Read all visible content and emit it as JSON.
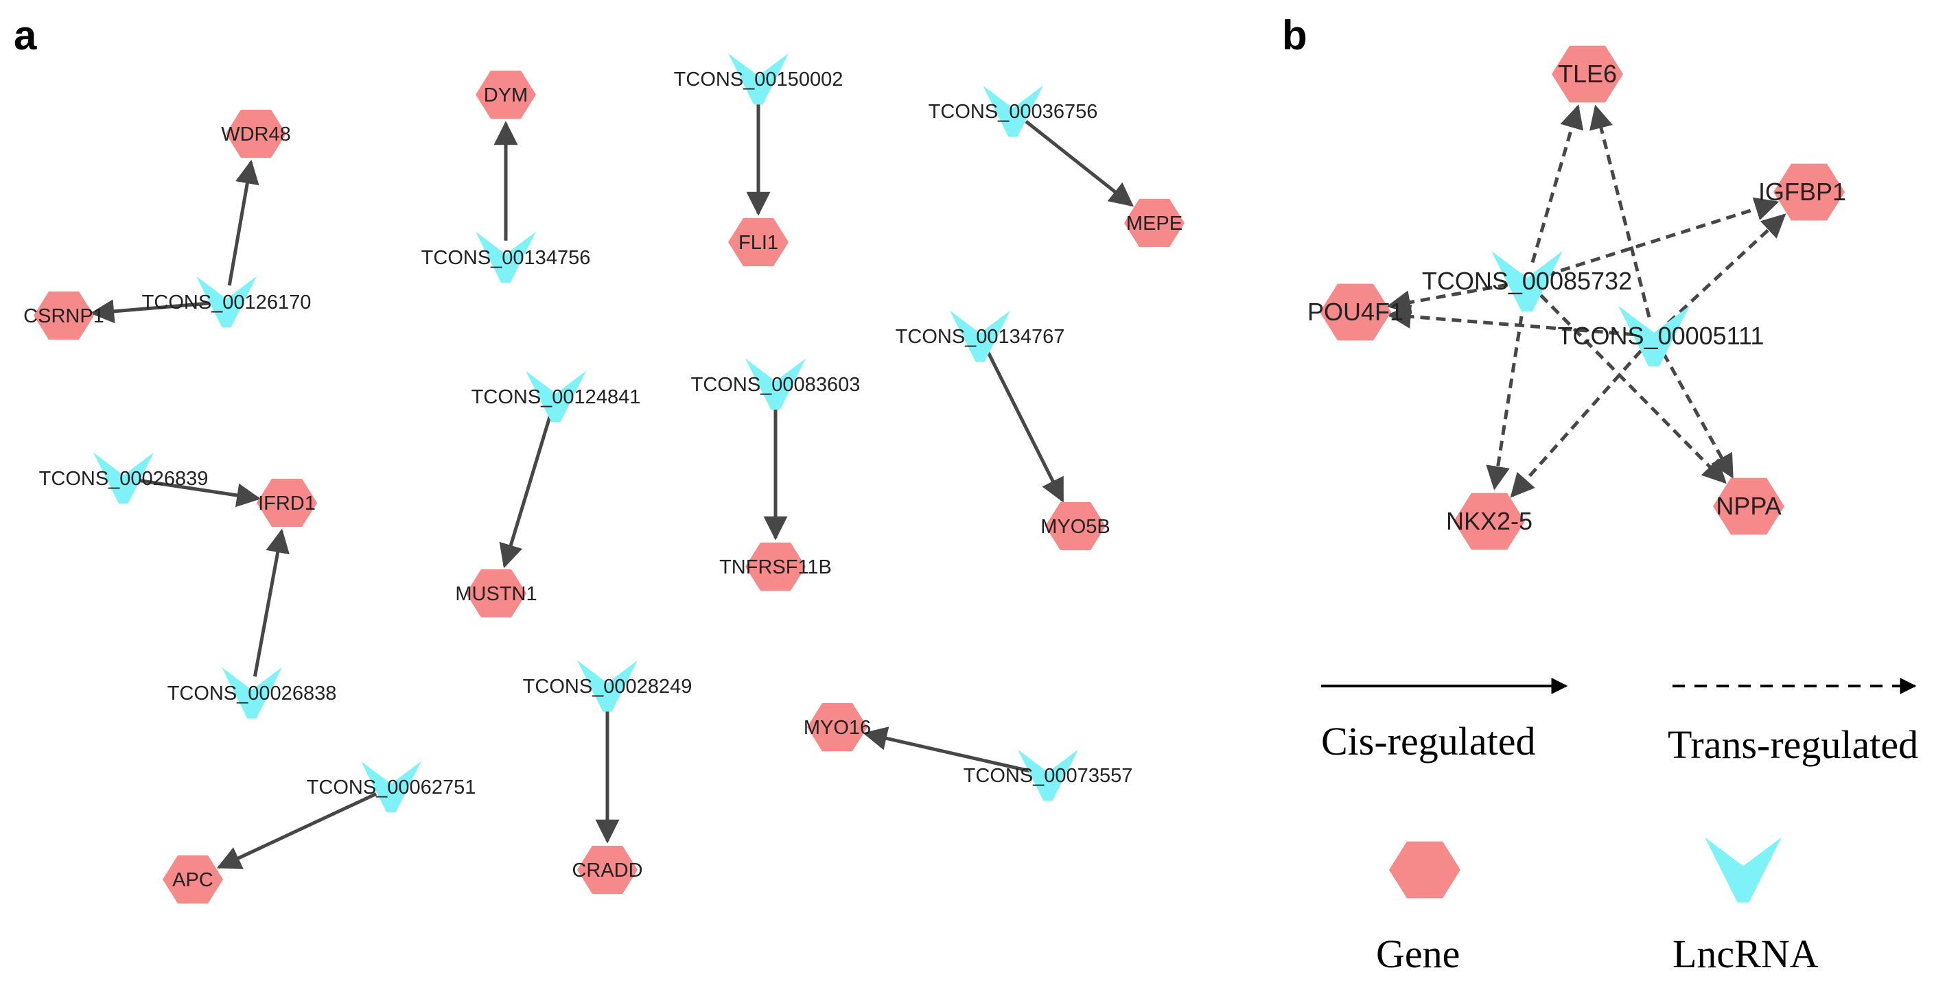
{
  "panels": {
    "a": "a",
    "b": "b"
  },
  "colors": {
    "gene": "#f6898a",
    "lncrna": "#7ff2f8",
    "edge": "#474747"
  },
  "legend": {
    "cis_label": "Cis-regulated",
    "trans_label": "Trans-regulated",
    "gene_label": "Gene",
    "lncrna_label": "LncRNA"
  },
  "panel_a": {
    "genes": [
      "WDR48",
      "CSRNP1",
      "DYM",
      "FLI1",
      "MEPE",
      "IFRD1",
      "MUSTN1",
      "TNFRSF11B",
      "MYO5B",
      "APC",
      "CRADD",
      "MYO16"
    ],
    "lncrnas": [
      "TCONS_00126170",
      "TCONS_00134756",
      "TCONS_00150002",
      "TCONS_00036756",
      "TCONS_00026839",
      "TCONS_00026838",
      "TCONS_00124841",
      "TCONS_00083603",
      "TCONS_00134767",
      "TCONS_00062751",
      "TCONS_00028249",
      "TCONS_00073557"
    ],
    "edges": [
      {
        "from": "TCONS_00126170",
        "to": "WDR48",
        "type": "cis"
      },
      {
        "from": "TCONS_00126170",
        "to": "CSRNP1",
        "type": "cis"
      },
      {
        "from": "TCONS_00134756",
        "to": "DYM",
        "type": "cis"
      },
      {
        "from": "TCONS_00150002",
        "to": "FLI1",
        "type": "cis"
      },
      {
        "from": "TCONS_00036756",
        "to": "MEPE",
        "type": "cis"
      },
      {
        "from": "TCONS_00026839",
        "to": "IFRD1",
        "type": "cis"
      },
      {
        "from": "TCONS_00026838",
        "to": "IFRD1",
        "type": "cis"
      },
      {
        "from": "TCONS_00124841",
        "to": "MUSTN1",
        "type": "cis"
      },
      {
        "from": "TCONS_00083603",
        "to": "TNFRSF11B",
        "type": "cis"
      },
      {
        "from": "TCONS_00134767",
        "to": "MYO5B",
        "type": "cis"
      },
      {
        "from": "TCONS_00062751",
        "to": "APC",
        "type": "cis"
      },
      {
        "from": "TCONS_00028249",
        "to": "CRADD",
        "type": "cis"
      },
      {
        "from": "TCONS_00073557",
        "to": "MYO16",
        "type": "cis"
      }
    ]
  },
  "panel_b": {
    "genes": [
      "TLE6",
      "IGFBP1",
      "POU4F1",
      "NKX2-5",
      "NPPA"
    ],
    "lncrnas": [
      "TCONS_00085732",
      "TCONS_00005111"
    ],
    "edges": [
      {
        "from": "TCONS_00085732",
        "to": "TLE6",
        "type": "trans"
      },
      {
        "from": "TCONS_00085732",
        "to": "IGFBP1",
        "type": "trans"
      },
      {
        "from": "TCONS_00085732",
        "to": "POU4F1",
        "type": "trans"
      },
      {
        "from": "TCONS_00085732",
        "to": "NKX2-5",
        "type": "trans"
      },
      {
        "from": "TCONS_00085732",
        "to": "NPPA",
        "type": "trans"
      },
      {
        "from": "TCONS_00005111",
        "to": "TLE6",
        "type": "trans"
      },
      {
        "from": "TCONS_00005111",
        "to": "IGFBP1",
        "type": "trans"
      },
      {
        "from": "TCONS_00005111",
        "to": "POU4F1",
        "type": "trans"
      },
      {
        "from": "TCONS_00005111",
        "to": "NKX2-5",
        "type": "trans"
      },
      {
        "from": "TCONS_00005111",
        "to": "NPPA",
        "type": "trans"
      }
    ]
  }
}
